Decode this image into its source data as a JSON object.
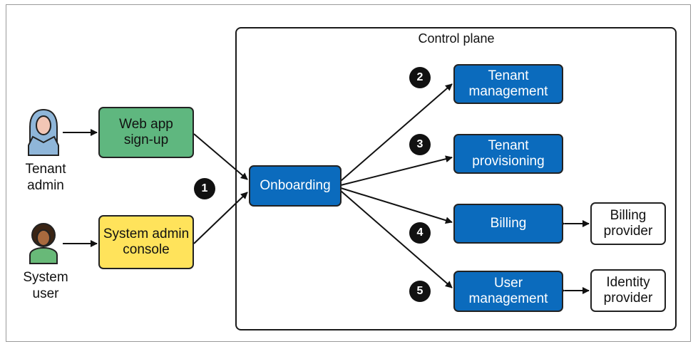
{
  "control_plane": {
    "title": "Control plane"
  },
  "actors": {
    "tenant_admin": {
      "label": "Tenant\nadmin",
      "icon": "tenant-admin-person-icon"
    },
    "system_user": {
      "label": "System\nuser",
      "icon": "system-user-person-icon"
    }
  },
  "boxes": {
    "web_app_signup": "Web app\nsign-up",
    "system_admin_console": "System admin\nconsole",
    "onboarding": "Onboarding",
    "tenant_management": "Tenant\nmanagement",
    "tenant_provisioning": "Tenant\nprovisioning",
    "billing": "Billing",
    "user_management": "User\nmanagement",
    "billing_provider": "Billing\nprovider",
    "identity_provider": "Identity\nprovider"
  },
  "steps": [
    "1",
    "2",
    "3",
    "4",
    "5"
  ],
  "colors": {
    "blue_box": "#0b6bbd",
    "green_box": "#5fb77f",
    "yellow_box": "#ffe35b",
    "step_circle": "#111111"
  }
}
